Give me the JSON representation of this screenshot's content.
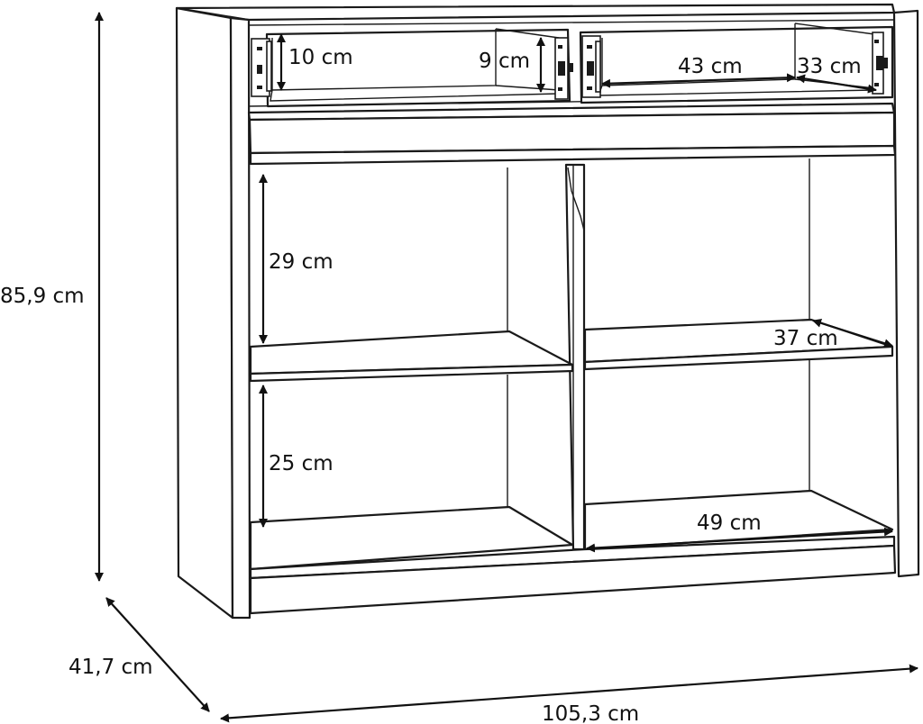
{
  "dimensions": {
    "height_total": "85,9 cm",
    "depth_total": "41,7 cm",
    "width_total": "105,3 cm",
    "drawer_left_height": "10 cm",
    "drawer_left_depth_height": "9 cm",
    "drawer_right_width": "43 cm",
    "drawer_right_depth": "33 cm",
    "shelf_upper_height": "29 cm",
    "shelf_depth": "37 cm",
    "shelf_lower_height": "25 cm",
    "compartment_width": "49 cm"
  },
  "colors": {
    "line": "#1a1a1a",
    "background": "#ffffff"
  }
}
